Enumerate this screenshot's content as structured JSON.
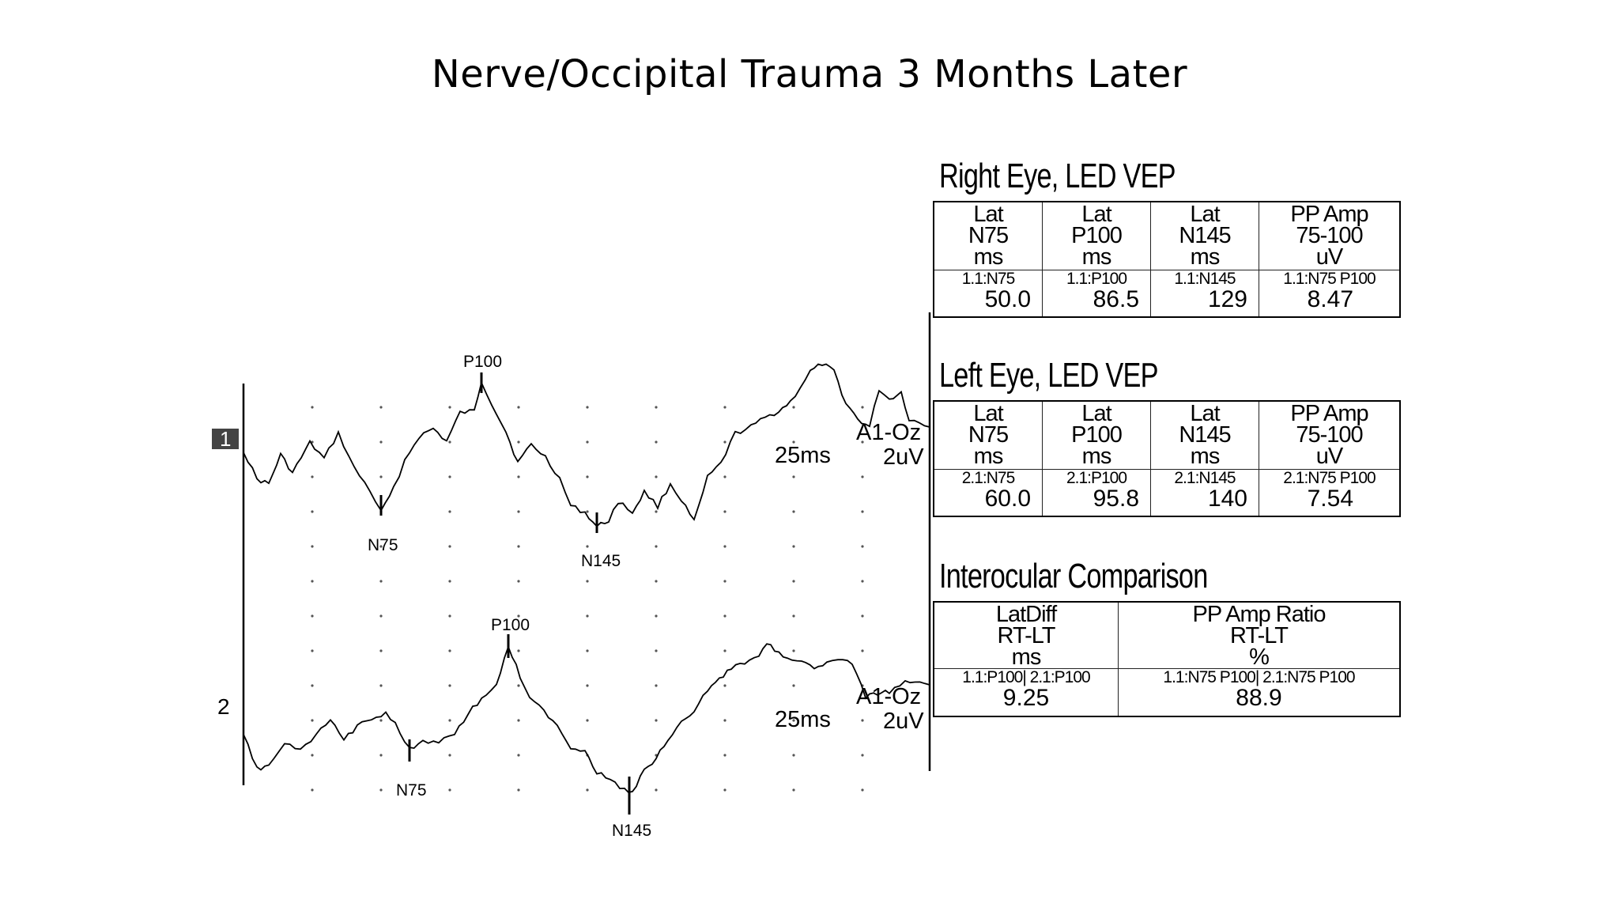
{
  "title": "Nerve/Occipital Trauma 3 Months Later",
  "chart_data": {
    "type": "line",
    "channels": [
      {
        "channel_label": "1",
        "montage": "A1-Oz",
        "sensitivity": "2uV",
        "timebase": "25ms",
        "peaks": [
          {
            "name": "N75"
          },
          {
            "name": "P100"
          },
          {
            "name": "N145"
          }
        ]
      },
      {
        "channel_label": "2",
        "montage": "A1-Oz",
        "sensitivity": "2uV",
        "timebase": "25ms",
        "peaks": [
          {
            "name": "N75"
          },
          {
            "name": "P100"
          },
          {
            "name": "N145"
          }
        ]
      }
    ]
  },
  "right_eye": {
    "title": "Right Eye, LED VEP",
    "headers": [
      [
        "Lat",
        "N75",
        "ms"
      ],
      [
        "Lat",
        "P100",
        "ms"
      ],
      [
        "Lat",
        "N145",
        "ms"
      ],
      [
        "PP Amp",
        "75-100",
        "uV"
      ]
    ],
    "markers": [
      "1.1:N75",
      "1.1:P100",
      "1.1:N145",
      "1.1:N75 P100"
    ],
    "values": [
      "50.0",
      "86.5",
      "129",
      "8.47"
    ]
  },
  "left_eye": {
    "title": "Left Eye, LED VEP",
    "headers": [
      [
        "Lat",
        "N75",
        "ms"
      ],
      [
        "Lat",
        "P100",
        "ms"
      ],
      [
        "Lat",
        "N145",
        "ms"
      ],
      [
        "PP Amp",
        "75-100",
        "uV"
      ]
    ],
    "markers": [
      "2.1:N75",
      "2.1:P100",
      "2.1:N145",
      "2.1:N75 P100"
    ],
    "values": [
      "60.0",
      "95.8",
      "140",
      "7.54"
    ]
  },
  "interocular": {
    "title": "Interocular Comparison",
    "headers": [
      [
        "LatDiff",
        "RT-LT",
        "ms"
      ],
      [
        "PP Amp Ratio",
        "RT-LT",
        "%"
      ]
    ],
    "markers": [
      "1.1:P100| 2.1:P100",
      "1.1:N75 P100| 2.1:N75 P100"
    ],
    "values": [
      "9.25",
      "88.9"
    ]
  }
}
